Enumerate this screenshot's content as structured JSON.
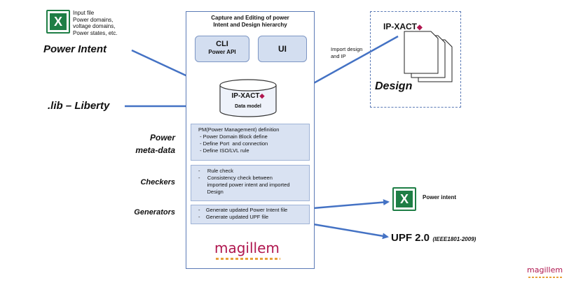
{
  "input_file": {
    "lines": [
      "Input file",
      "Power domains,",
      "voltage domains,",
      "Power states, etc."
    ]
  },
  "left_labels": {
    "power_intent": "Power Intent",
    "liberty": ".lib – Liberty"
  },
  "main_panel": {
    "title_line1": "Capture and Editing of power",
    "title_line2": "Intent and Design hierarchy",
    "cli_title": "CLI",
    "cli_sub": "Power API",
    "ui_label": "UI",
    "db_title": "IP-XACT",
    "db_sub": "Data model",
    "meta_lines": [
      "PM(Power Management)  definition",
      " - Power Domain Block define",
      " - Define Port  and connection",
      " - Define ISO/LVL rule"
    ],
    "checkers_lines": [
      "-     Rule check",
      "-     Consistency check between",
      "      imported power intent and imported",
      "      Design"
    ],
    "generators_lines": [
      "-    Generate updated Power Intent file",
      "-    Generate updated UPF file"
    ],
    "logo_text": "magillem"
  },
  "section_labels": {
    "power_line1": "Power",
    "power_line2": "meta-data",
    "checkers": "Checkers",
    "generators": "Generators"
  },
  "design": {
    "ipxact_label": "IP-XACT",
    "title": "Design",
    "import_line1": "Import design",
    "import_line2": "and IP"
  },
  "outputs": {
    "power_intent": "Power intent",
    "upf_main": "UPF 2.0",
    "upf_sub": "(IEEE1801-2009)"
  },
  "corner_logo": "magillem",
  "colors": {
    "arrow": "#4472c4",
    "box_fill": "#d9e2f2",
    "excel_green": "#1e7e45",
    "magillem_red": "#b0174f"
  }
}
